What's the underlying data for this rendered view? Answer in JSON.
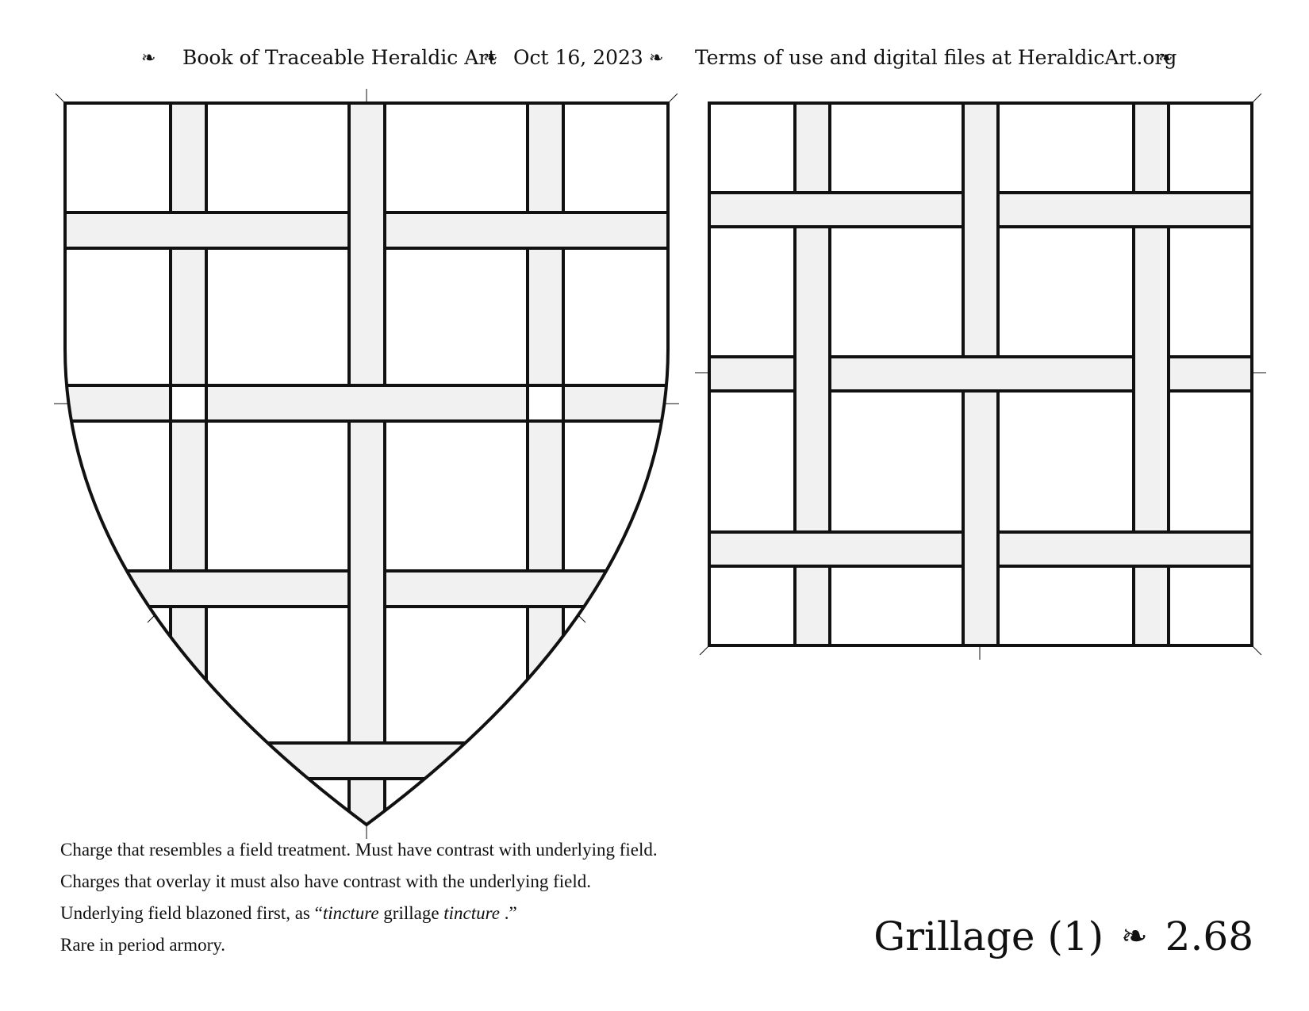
{
  "header": {
    "ornament": "❧",
    "book_title": "Book of Traceable Heraldic Art",
    "date": "Oct 16, 2023",
    "terms": "Terms of use and digital files at HeraldicArt.org"
  },
  "description": {
    "line1": "Charge that resembles a field treatment. Must have contrast with underlying field.",
    "line2": "Charges that overlay it must also have contrast with the underlying field.",
    "line3_before": "Underlying field blazoned first, as “",
    "line3_italic1": "tincture",
    "line3_mid": " grillage ",
    "line3_italic2": "tincture",
    "line3_after": " .”",
    "line4": "Rare in period armory."
  },
  "plate": {
    "name": "Grillage (1)",
    "ornament": "❧",
    "number": "2.68"
  },
  "colors": {
    "line": "#111111",
    "bar_fill": "#f1f1f1",
    "field_fill": "#ffffff"
  }
}
